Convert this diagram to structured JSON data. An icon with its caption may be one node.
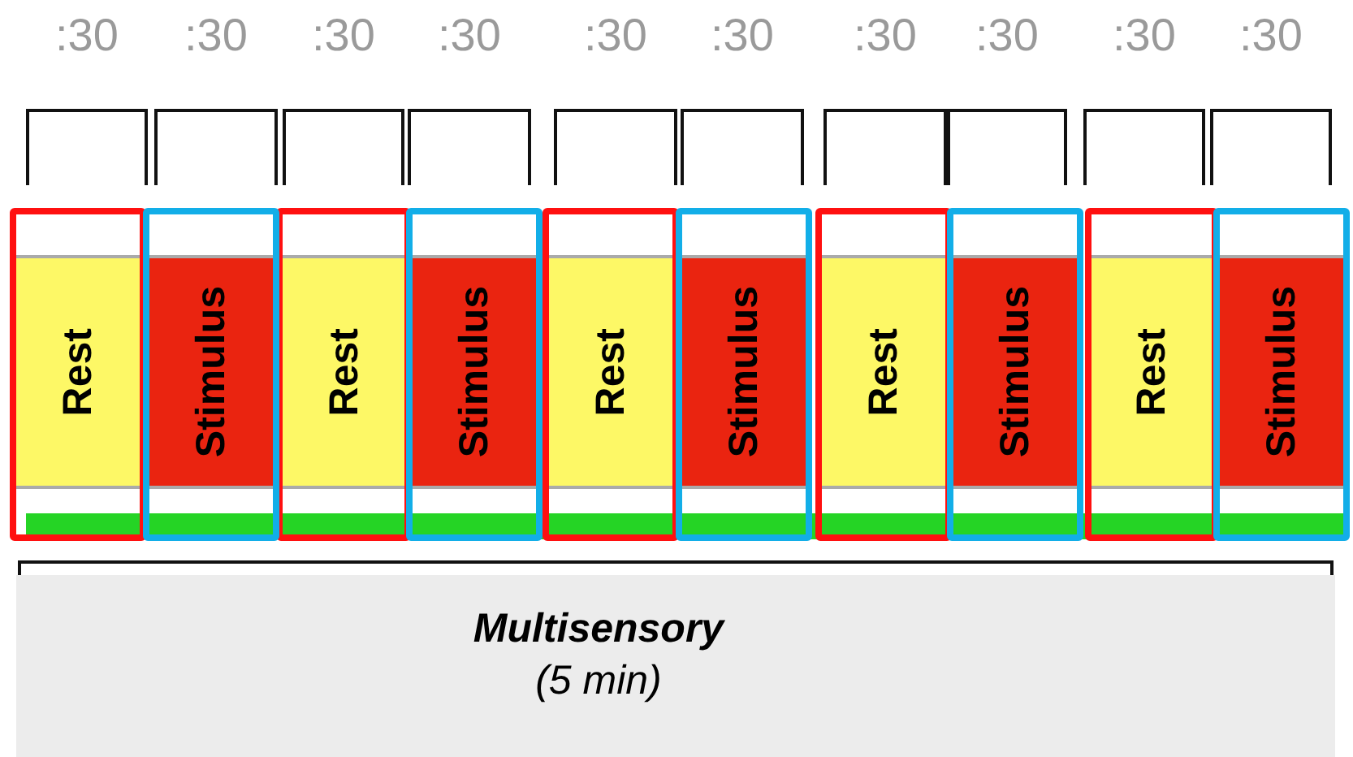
{
  "diagram": {
    "nodes": [
      {
        "text": [
          "Rest"
        ]
      },
      {
        "text": [
          "Stimulus"
        ]
      },
      {
        "text": [
          "Rest"
        ]
      },
      {
        "text": [
          "Stimulus"
        ]
      },
      {
        "text": [
          "Rest"
        ]
      },
      {
        "text": [
          "Stimulus"
        ]
      },
      {
        "text": [
          "Rest"
        ]
      },
      {
        "text": [
          "Stimulus"
        ]
      },
      {
        "text": [
          "Rest"
        ]
      },
      {
        "text": [
          "Stimulus"
        ]
      },
      {
        "text": [
          "Multisensory",
          "(5 min)"
        ]
      }
    ],
    "labels": [
      ":30",
      ":30",
      ":30",
      ":30",
      ":30",
      ":30",
      ":30",
      ":30",
      ":30",
      ":30"
    ]
  }
}
